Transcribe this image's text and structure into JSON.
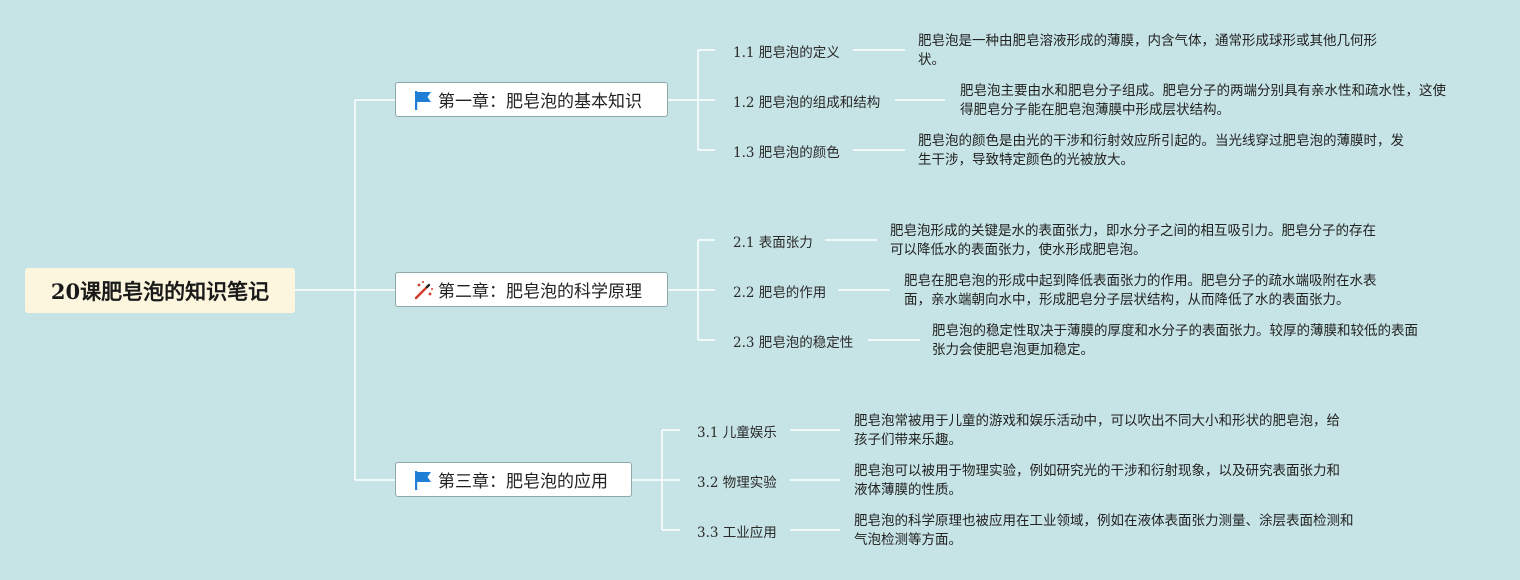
{
  "root": {
    "title": "20课肥皂泡的知识笔记"
  },
  "chapters": [
    {
      "title": "第一章：肥皂泡的基本知识",
      "icon": "blue-flag-icon",
      "items": [
        {
          "label": "1.1 肥皂泡的定义",
          "desc": "肥皂泡是一种由肥皂溶液形成的薄膜，内含气体，通常形成球形或其他几何形状。"
        },
        {
          "label": "1.2 肥皂泡的组成和结构",
          "desc": "肥皂泡主要由水和肥皂分子组成。肥皂分子的两端分别具有亲水性和疏水性，这使得肥皂分子能在肥皂泡薄膜中形成层状结构。"
        },
        {
          "label": "1.3 肥皂泡的颜色",
          "desc": "肥皂泡的颜色是由光的干涉和衍射效应所引起的。当光线穿过肥皂泡的薄膜时，发生干涉，导致特定颜色的光被放大。"
        }
      ]
    },
    {
      "title": "第二章：肥皂泡的科学原理",
      "icon": "magic-wand-icon",
      "items": [
        {
          "label": "2.1 表面张力",
          "desc": "肥皂泡形成的关键是水的表面张力，即水分子之间的相互吸引力。肥皂分子的存在可以降低水的表面张力，使水形成肥皂泡。"
        },
        {
          "label": "2.2 肥皂的作用",
          "desc": "肥皂在肥皂泡的形成中起到降低表面张力的作用。肥皂分子的疏水端吸附在水表面，亲水端朝向水中，形成肥皂分子层状结构，从而降低了水的表面张力。"
        },
        {
          "label": "2.3 肥皂泡的稳定性",
          "desc": "肥皂泡的稳定性取决于薄膜的厚度和水分子的表面张力。较厚的薄膜和较低的表面张力会使肥皂泡更加稳定。"
        }
      ]
    },
    {
      "title": "第三章：肥皂泡的应用",
      "icon": "blue-flag-icon",
      "items": [
        {
          "label": "3.1 儿童娱乐",
          "desc": "肥皂泡常被用于儿童的游戏和娱乐活动中，可以吹出不同大小和形状的肥皂泡，给孩子们带来乐趣。"
        },
        {
          "label": "3.2 物理实验",
          "desc": "肥皂泡可以被用于物理实验，例如研究光的干涉和衍射现象，以及研究表面张力和液体薄膜的性质。"
        },
        {
          "label": "3.3 工业应用",
          "desc": "肥皂泡的科学原理也被应用在工业领域，例如在液体表面张力测量、涂层表面检测和气泡检测等方面。"
        }
      ]
    }
  ],
  "colors": {
    "background": "#c6e3e5",
    "lines": "#ffffff",
    "root_bg": "#fdf6df",
    "flag": "#1f7fd6"
  }
}
